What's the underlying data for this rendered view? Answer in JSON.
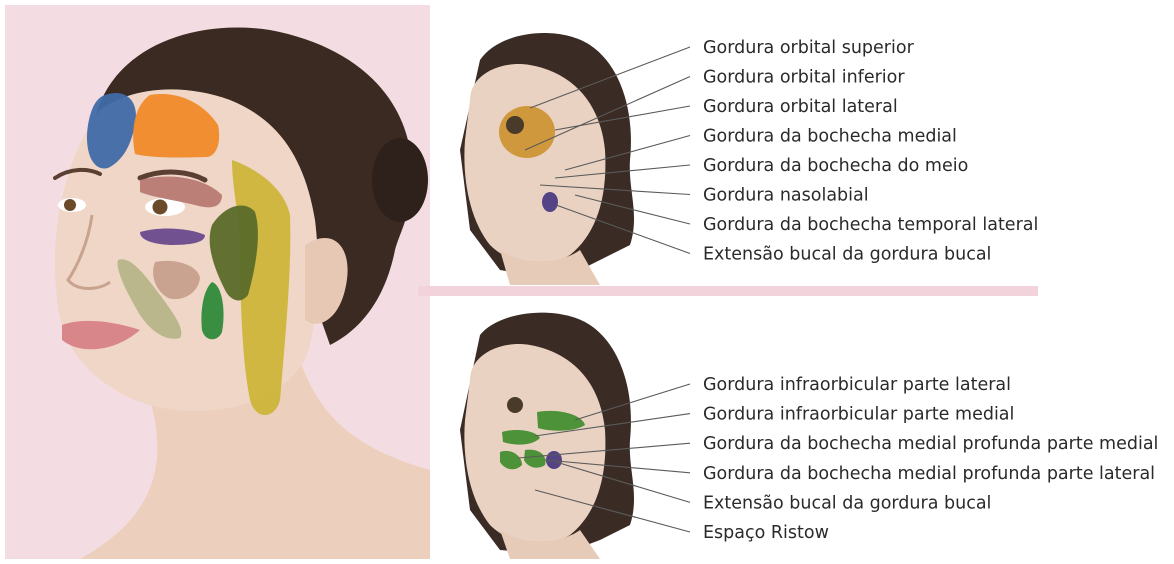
{
  "top_panel": {
    "labels": [
      "Gordura orbital superior",
      "Gordura orbital inferior",
      "Gordura orbital lateral",
      "Gordura da bochecha medial",
      "Gordura da bochecha do meio",
      "Gordura nasolabial",
      "Gordura da bochecha temporal lateral",
      "Extensão bucal da gordura bucal"
    ]
  },
  "bottom_panel": {
    "labels": [
      "Gordura infraorbicular parte lateral",
      "Gordura infraorbicular parte medial",
      "Gordura da bochecha medial profunda parte medial",
      "Gordura da bochecha medial profunda parte lateral",
      "Extensão bucal da gordura bucal",
      "Espaço Ristow"
    ]
  },
  "colors": {
    "photo_background": "#f4dde2",
    "skin": "#efd6c6",
    "hair": "#3b2a22",
    "divider": "#f2d3dc",
    "forehead_medial_pad": "#3f6aa8",
    "forehead_central_pad": "#f08a2a",
    "orbital_pad": "#b87a74",
    "infraorbital_pad": "#6a4a8e",
    "medial_cheek_pad": "#5a6b2a",
    "nasolabial_pad": "#b7b58a",
    "middle_cheek_pad": "#c6a08c",
    "buccal_pad": "#2f8a3a",
    "temporal_lateral_pad": "#c9b22a",
    "orbital_fat_overlay": "#c98a1a",
    "deep_fat_overlay": "#3c8a2a",
    "buccal_overlay": "#3a2a7a"
  }
}
